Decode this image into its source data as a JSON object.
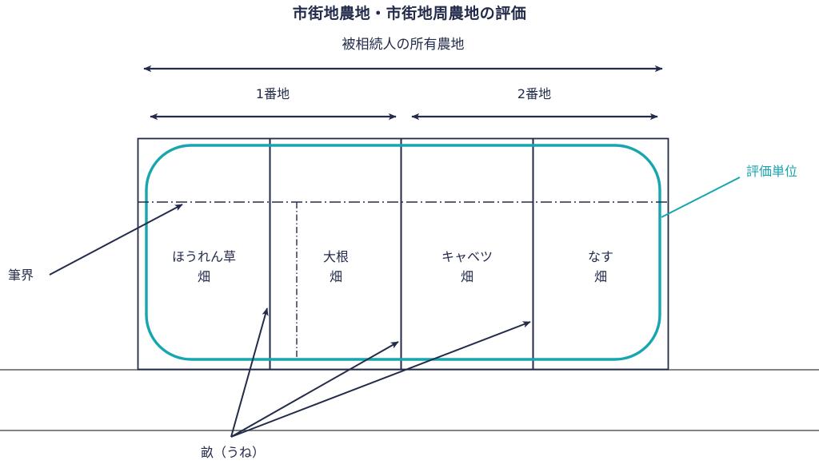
{
  "header": {
    "title": "市街地農地・市街地周農地の評価",
    "subtitle": "被相続人の所有農地"
  },
  "spans": [
    {
      "id": "overall",
      "label": "被相続人の所有農地"
    },
    {
      "id": "lot-1",
      "label": "1番地"
    },
    {
      "id": "lot-2",
      "label": "2番地"
    }
  ],
  "plots": [
    {
      "id": "spinach",
      "label": "ほうれん草\n畑"
    },
    {
      "id": "daikon",
      "label": "大根\n畑"
    },
    {
      "id": "cabbage",
      "label": "キャベツ\n畑"
    },
    {
      "id": "eggplant",
      "label": "なす\n畑"
    }
  ],
  "callouts": [
    {
      "id": "parcel-boundary",
      "label": "筆界",
      "color": "#232b4a"
    },
    {
      "id": "valuation-unit",
      "label": "評価単位",
      "color": "#17a5b0"
    },
    {
      "id": "furrow",
      "label": "畝（うね）",
      "color": "#232b4a"
    }
  ],
  "colors": {
    "ink": "#232b4a",
    "teal": "#17a5b0",
    "gray_rule": "#5a5a5a",
    "background": "#ffffff"
  }
}
